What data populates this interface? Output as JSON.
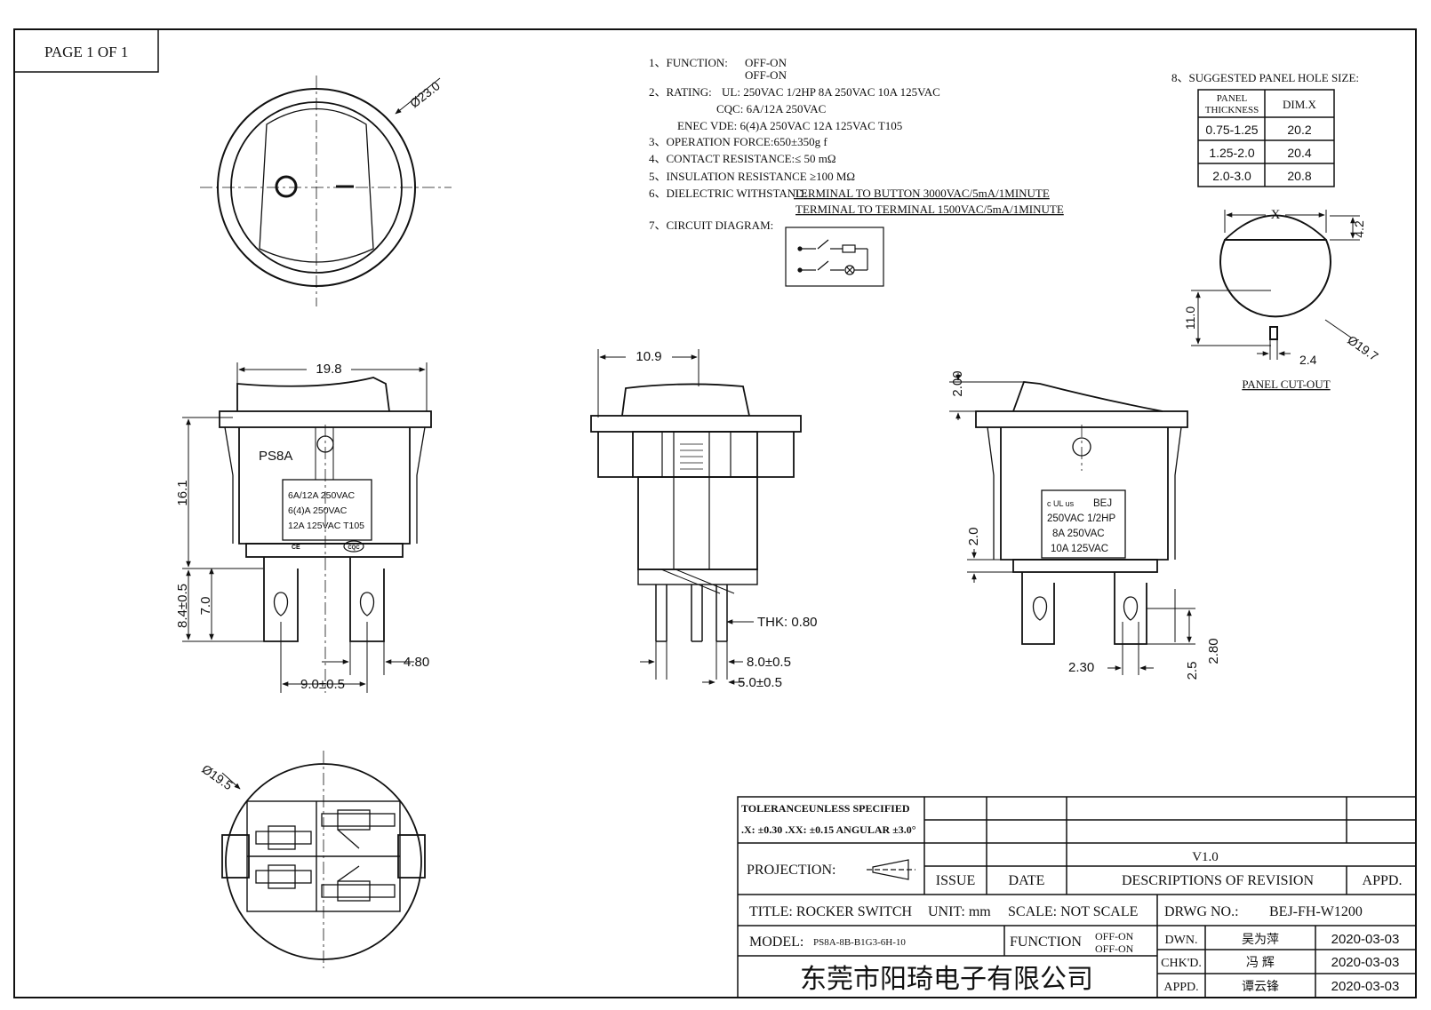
{
  "page_label": "PAGE 1 OF 1",
  "specs": {
    "function_label": "1、FUNCTION:",
    "function_1": "OFF-ON",
    "function_2": "OFF-ON",
    "rating_label": "2、RATING:",
    "ul": "UL: 250VAC 1/2HP    8A 250VAC   10A 125VAC",
    "cqc": "CQC: 6A/12A 250VAC",
    "enec": "ENEC VDE: 6(4)A 250VAC   12A 125VAC T105",
    "operation_force": "3、OPERATION FORCE:650±350g f",
    "contact_resistance": "4、CONTACT RESISTANCE:≤ 50 mΩ",
    "insulation": "5、INSULATION RESISTANCE ≥100 MΩ",
    "dielectric_label": "6、DIELECTRIC WITHSTAND:",
    "dielectric_1": "TERMINAL TO BUTTON 3000VAC/5mA/1MINUTE",
    "dielectric_2": "TERMINAL TO TERMINAL 1500VAC/5mA/1MINUTE",
    "circuit": "7、CIRCUIT DIAGRAM:"
  },
  "panel_hole": {
    "title": "8、SUGGESTED PANEL HOLE SIZE:",
    "header_thickness_1": "PANEL",
    "header_thickness_2": "THICKNESS",
    "header_dim": "DIM.X",
    "rows": [
      {
        "thickness": "0.75-1.25",
        "dim": "20.2"
      },
      {
        "thickness": "1.25-2.0",
        "dim": "20.4"
      },
      {
        "thickness": "2.0-3.0",
        "dim": "20.8"
      }
    ],
    "cutout_label": "PANEL CUT-OUT",
    "dim_x": "X",
    "dim_4_2": "4.2",
    "dim_11": "11.0",
    "dim_dia": "Ø19.7",
    "dim_2_4": "2.4"
  },
  "top_view": {
    "diameter": "Ø23.0"
  },
  "front_view": {
    "width": "19.8",
    "height": "16.1",
    "terminal_pos": "8.4±0.5",
    "terminal_len": "7.0",
    "pitch": "9.0±0.5",
    "tab_width": "4.80",
    "brand": "PS8A",
    "label_lines": [
      "6A/12A 250VAC",
      "6(4)A 250VAC",
      "12A 125VAC T105"
    ],
    "cert_ce": "CE",
    "cert_cqc": "CQC"
  },
  "side_view": {
    "width": "10.9",
    "thickness": "THK: 0.80",
    "dim_8": "8.0±0.5",
    "dim_5": "5.0±0.5"
  },
  "rear_view": {
    "top_dim": "2.00",
    "mid_dim": "2.0",
    "label_lines": [
      "BEJ",
      "250VAC 1/2HP",
      "8A 250VAC",
      "10A 125VAC"
    ],
    "ul_mark": "c UL us",
    "dim_2_30": "2.30",
    "dim_2_5": "2.5",
    "dim_2_80": "2.80"
  },
  "bottom_view": {
    "diameter": "Ø19.5"
  },
  "title_block": {
    "tolerance_1": "TOLERANCEUNLESS SPECIFIED",
    "tolerance_2": ".X: ±0.30 .XX: ±0.15 ANGULAR ±3.0°",
    "projection": "PROJECTION:",
    "version": "V1.0",
    "issue": "ISSUE",
    "date": "DATE",
    "descriptions": "DESCRIPTIONS OF REVISION",
    "appd": "APPD.",
    "title": "TITLE: ROCKER SWITCH",
    "unit": "UNIT: mm",
    "scale": "SCALE: NOT SCALE",
    "drwg_label": "DRWG NO.:",
    "drwg_no": "BEJ-FH-W1200",
    "model_label": "MODEL:",
    "model": "PS8A-8B-B1G3-6H-10",
    "function_label": "FUNCTION",
    "function_1": "OFF-ON",
    "function_2": "OFF-ON",
    "dwn_label": "DWN.",
    "dwn_name": "吴为萍",
    "dwn_date": "2020-03-03",
    "chkd_label": "CHK'D.",
    "chkd_name": "冯  辉",
    "chkd_date": "2020-03-03",
    "appd_label": "APPD.",
    "appd_name": "谭云锋",
    "appd_date": "2020-03-03",
    "company": "东莞市阳琦电子有限公司"
  }
}
